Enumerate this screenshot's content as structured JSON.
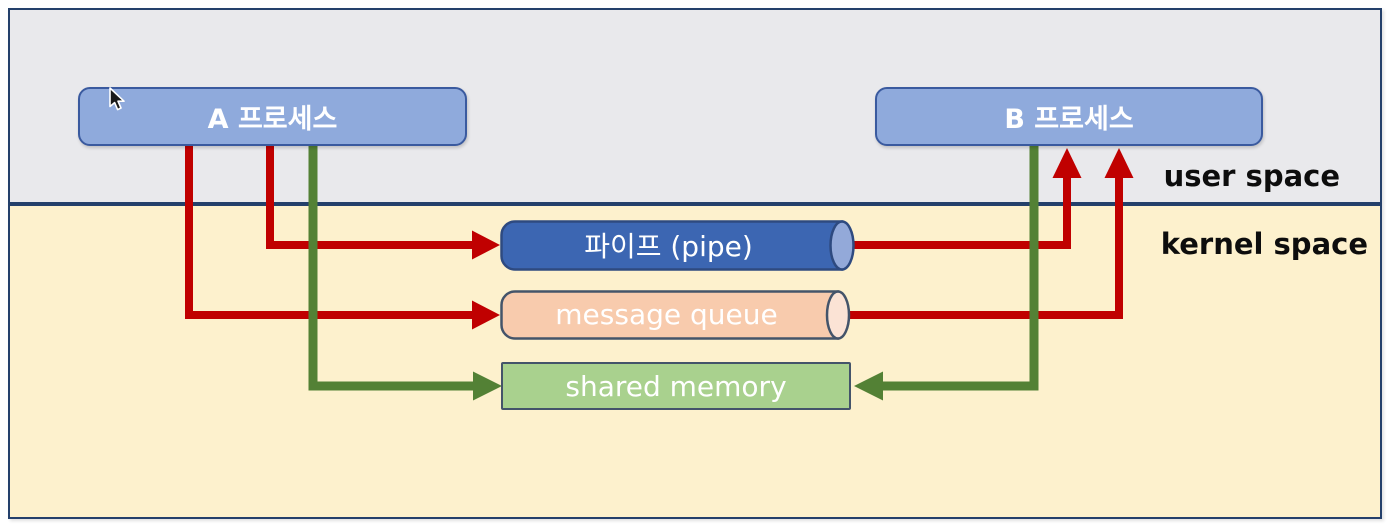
{
  "regions": {
    "user_space": {
      "label": "user space"
    },
    "kernel_space": {
      "label": "kernel space"
    }
  },
  "processes": {
    "a": {
      "label": "A 프로세스"
    },
    "b": {
      "label": "B 프로세스"
    }
  },
  "ipc": {
    "pipe": {
      "label": "파이프 (pipe)",
      "shape": "cylinder"
    },
    "message_queue": {
      "label": "message queue",
      "shape": "cylinder"
    },
    "shared_memory": {
      "label": "shared memory",
      "shape": "rectangle"
    }
  },
  "connections": [
    {
      "from": "process-a",
      "to": "pipe",
      "color": "#c00000",
      "direction": "one-way"
    },
    {
      "from": "process-a",
      "to": "message_queue",
      "color": "#c00000",
      "direction": "one-way"
    },
    {
      "from": "process-a",
      "to": "shared_memory",
      "color": "#538135",
      "direction": "one-way"
    },
    {
      "from": "pipe",
      "to": "process-b",
      "color": "#c00000",
      "direction": "one-way"
    },
    {
      "from": "message_queue",
      "to": "process-b",
      "color": "#c00000",
      "direction": "one-way"
    },
    {
      "from": "process-b",
      "to": "shared_memory",
      "color": "#538135",
      "direction": "one-way"
    }
  ],
  "colors": {
    "user_space_bg": "#e9e9ec",
    "kernel_space_bg": "#fdf1cd",
    "region_border": "#24406b",
    "process_fill": "#8faadc",
    "process_border": "#3a5a9f",
    "pipe_fill": "#3c66b2",
    "pipe_cap": "#93a9d9",
    "pipe_border": "#2e4a80",
    "message_queue_fill": "#f8cbad",
    "message_queue_cap": "#fbe3d5",
    "message_queue_border": "#44546a",
    "shared_memory_fill": "#a9d18e",
    "shared_memory_border": "#44546a",
    "arrow_red": "#c00000",
    "arrow_green": "#538135",
    "label_text": "#0d0d0d",
    "box_text": "#ffffff"
  },
  "icons": {
    "cursor": "mouse-cursor-icon"
  }
}
